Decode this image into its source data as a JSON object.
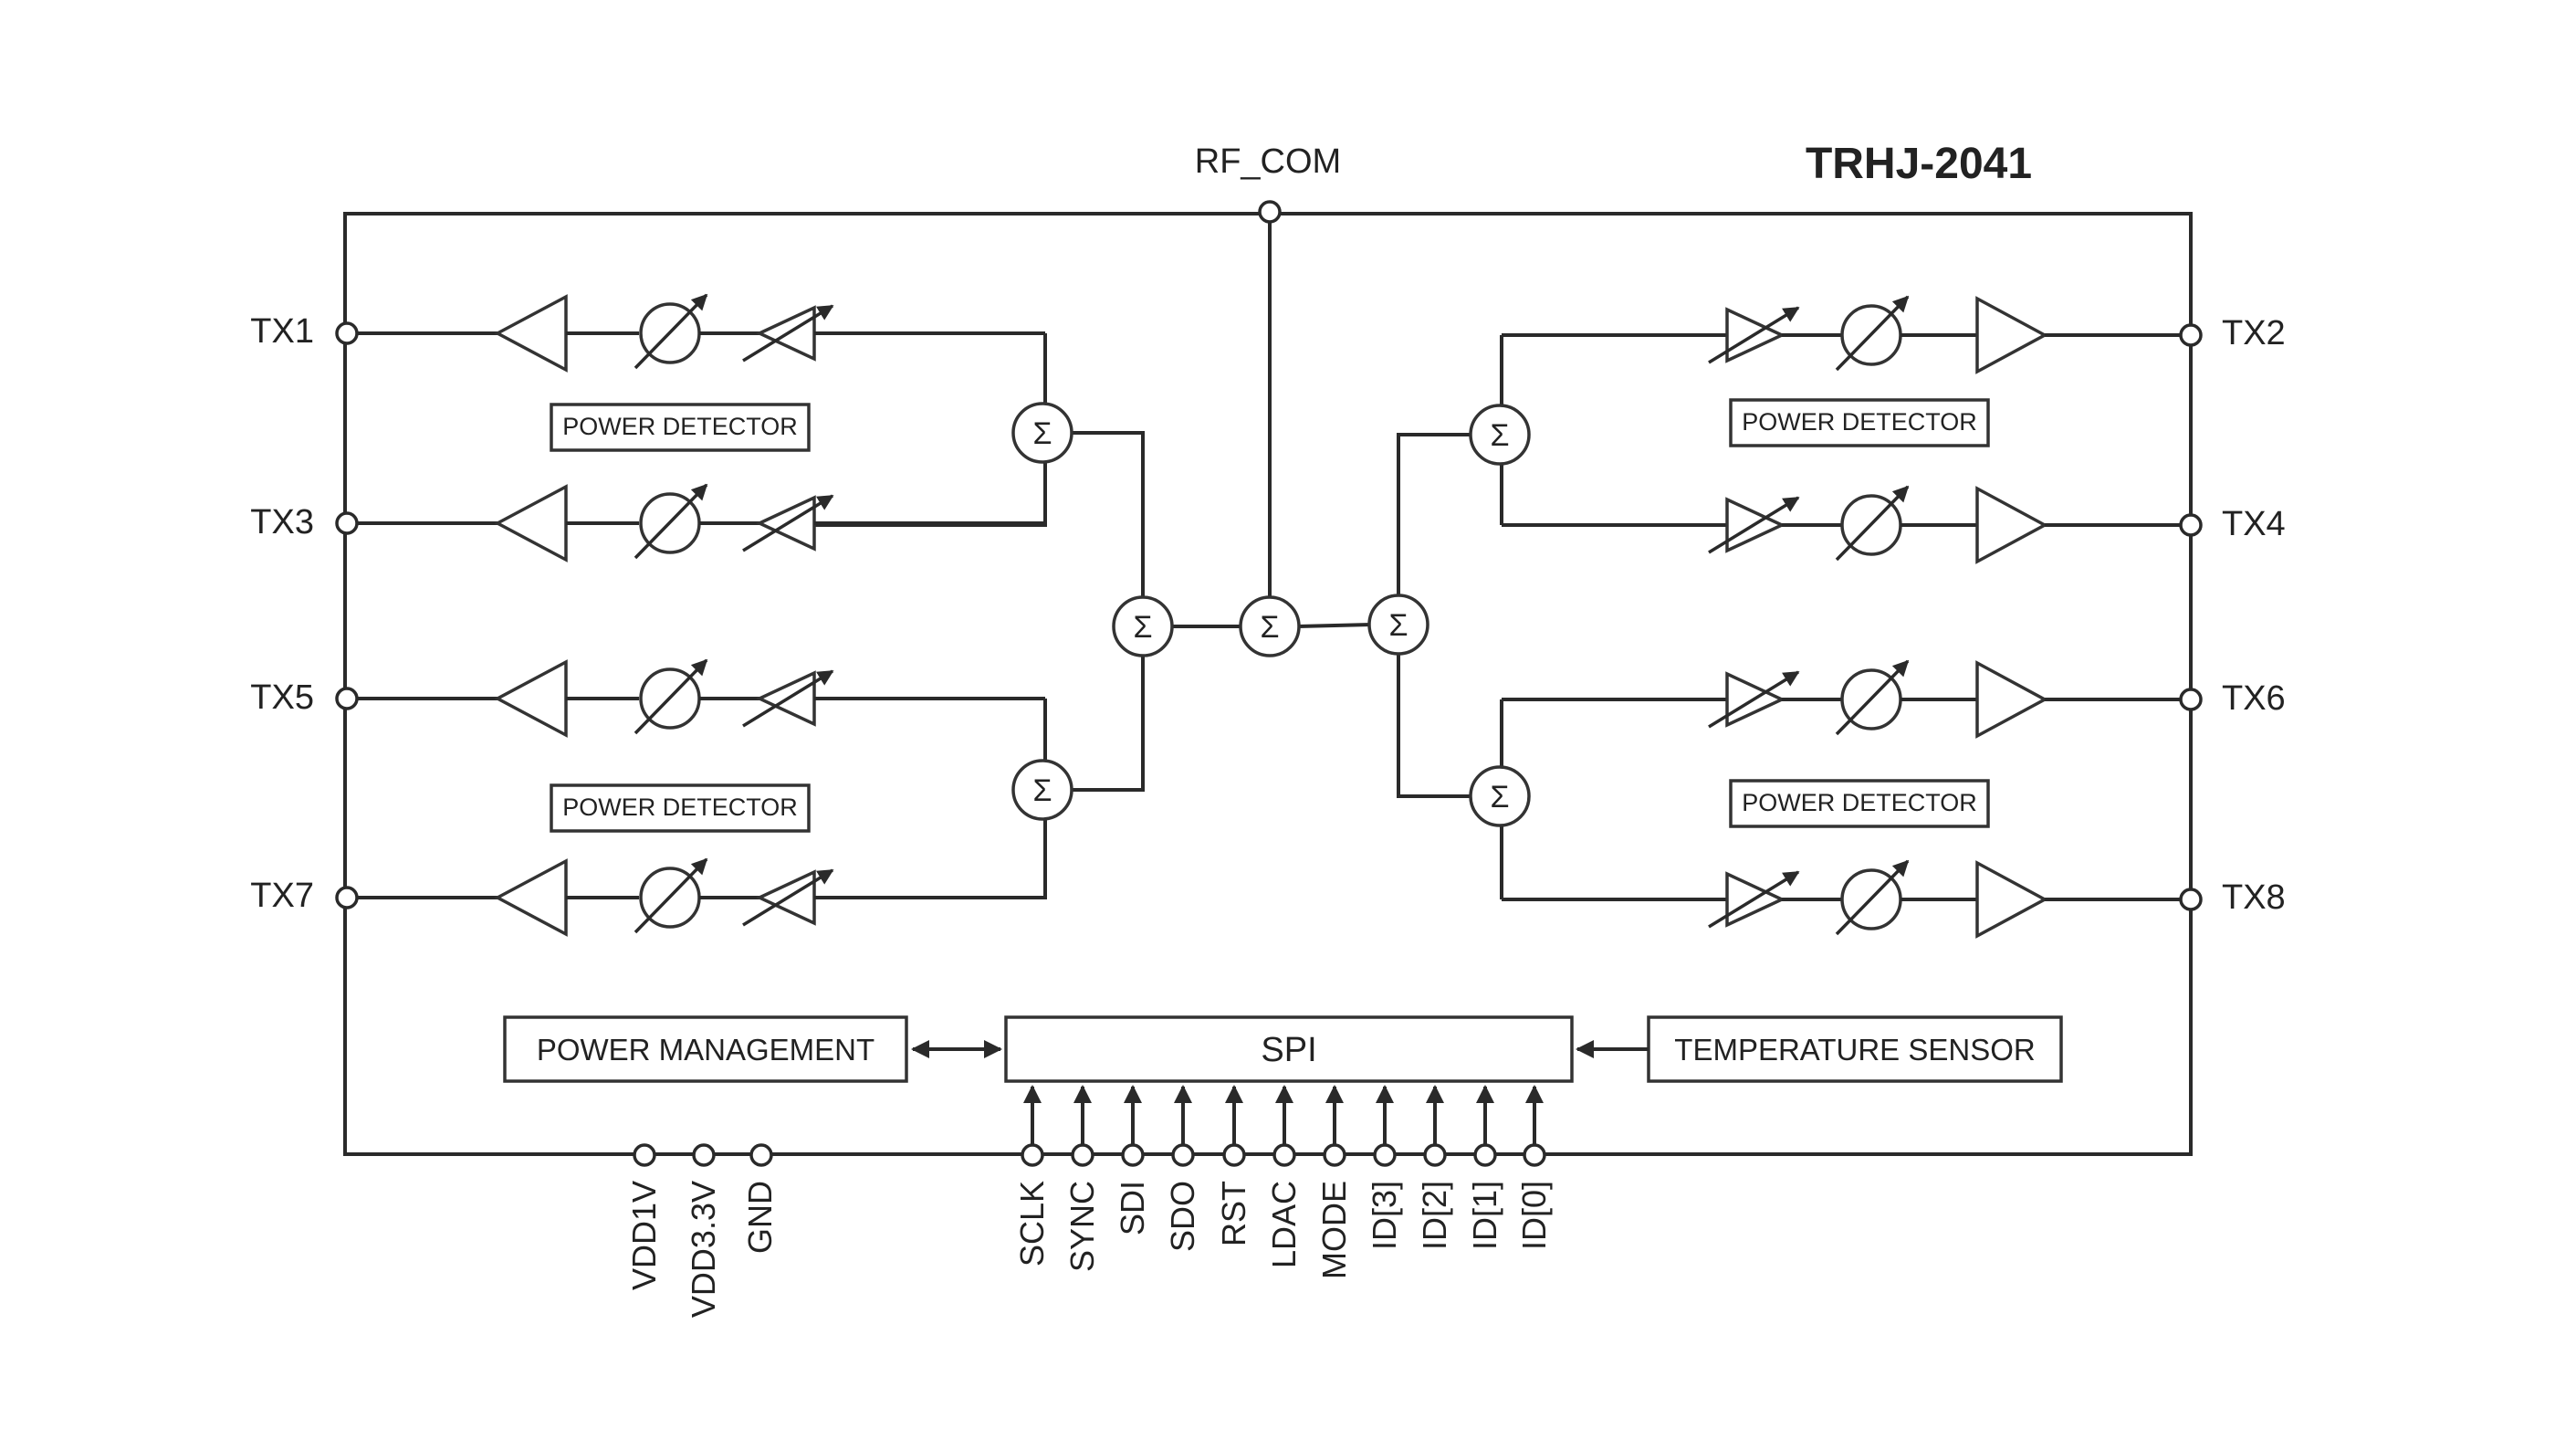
{
  "part_number": "TRHJ-2041",
  "rf_common_label": "RF_COM",
  "tx_ports_left": [
    "TX1",
    "TX3",
    "TX5",
    "TX7"
  ],
  "tx_ports_right": [
    "TX2",
    "TX4",
    "TX6",
    "TX8"
  ],
  "power_detector_label": "POWER DETECTOR",
  "power_management_label": "POWER MANAGEMENT",
  "spi_label": "SPI",
  "temperature_sensor_label": "TEMPERATURE SENSOR",
  "sum_symbol": "Σ",
  "power_pins": [
    "VDD1V",
    "VDD3.3V",
    "GND"
  ],
  "spi_pins": [
    "SCLK",
    "SYNC",
    "SDI",
    "SDO",
    "RST",
    "LDAC",
    "MODE",
    "ID[3]",
    "ID[2]",
    "ID[1]",
    "ID[0]"
  ],
  "colors": {
    "line": "#2a2a2a",
    "text": "#222222",
    "background": "#ffffff"
  },
  "icon_names": [
    "amplifier-icon",
    "phase-shifter-icon",
    "variable-attenuator-icon",
    "summing-junction-icon",
    "pin-terminal-icon"
  ]
}
